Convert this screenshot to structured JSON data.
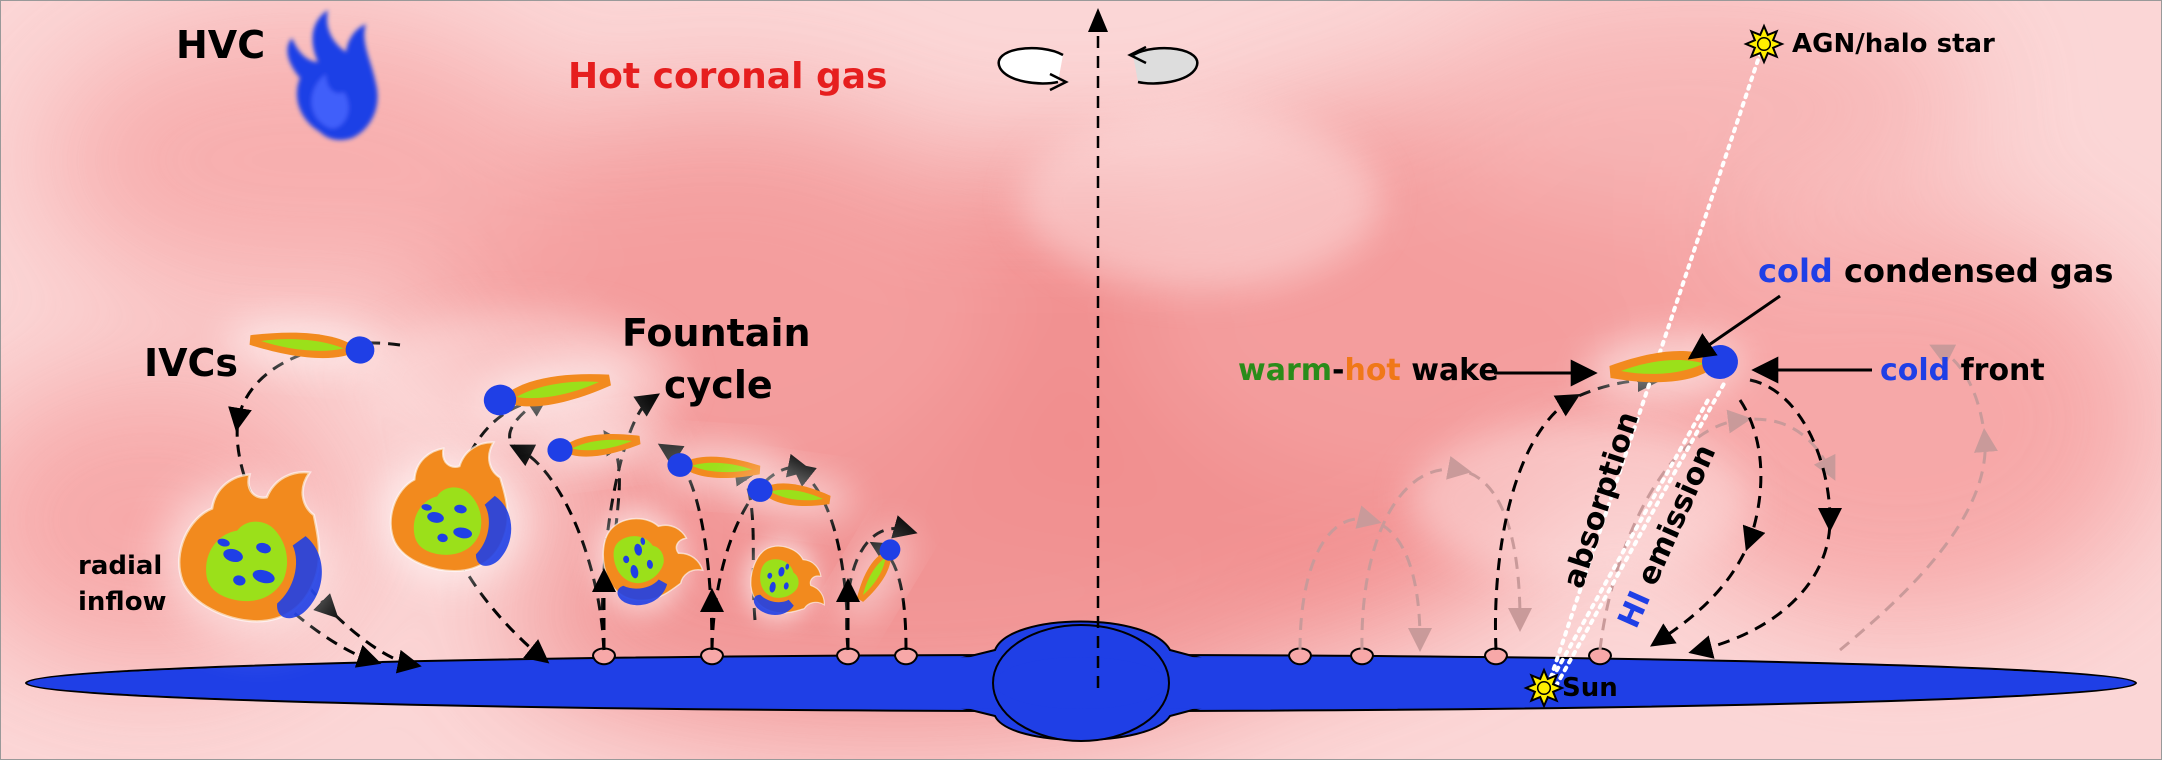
{
  "labels": {
    "hvc": "HVC",
    "hot_corona": "Hot coronal gas",
    "ivcs": "IVCs",
    "fountain_line1": "Fountain",
    "fountain_line2": "cycle",
    "radial_line1": "radial",
    "radial_line2": "inflow",
    "agn": "AGN/halo star",
    "cold_condensed_a": "cold",
    "cold_condensed_b": " condensed gas",
    "wake_a": "warm",
    "wake_b": "-",
    "wake_c": "hot",
    "wake_d": " wake",
    "front_a": "cold",
    "front_b": " front",
    "absorption": "absorption",
    "hi_a": "HI",
    "hi_b": " emission",
    "sun": "Sun"
  },
  "colors": {
    "corona": "#f28c8c",
    "corona_light": "#fde8e8",
    "disk": "#1f3fe6",
    "hot_text": "#e61e1e",
    "cold_text": "#1f3fe6",
    "warm_text": "#2a8c1a",
    "orange_text": "#f07818",
    "flame_orange": "#f28a1e",
    "flame_green": "#9be01a",
    "sun_yellow": "#ffee00"
  }
}
